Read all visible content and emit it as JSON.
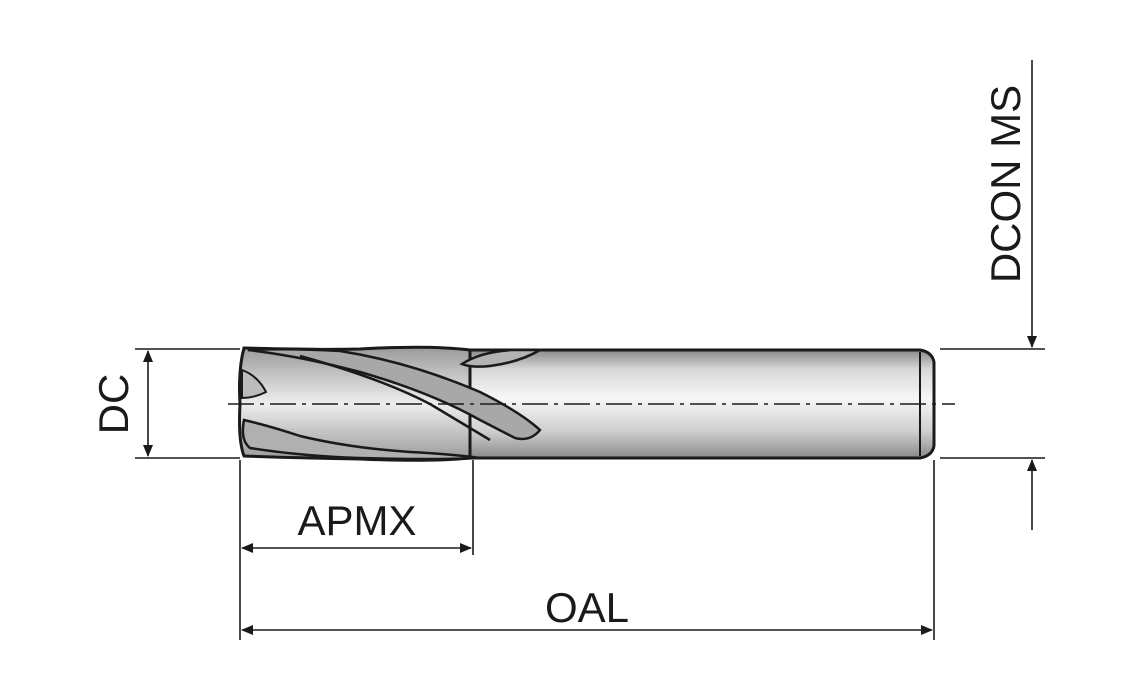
{
  "labels": {
    "dc": "DC",
    "apmx": "APMX",
    "oal": "OAL",
    "dcon_ms": "DCON MS"
  },
  "colors": {
    "ink": "#1a1a1a",
    "shank_light": "#f2f2f2",
    "shank_mid": "#d2d2d2",
    "shank_dark": "#8c8c8c",
    "flute_shadow": "#a6a6a6"
  }
}
